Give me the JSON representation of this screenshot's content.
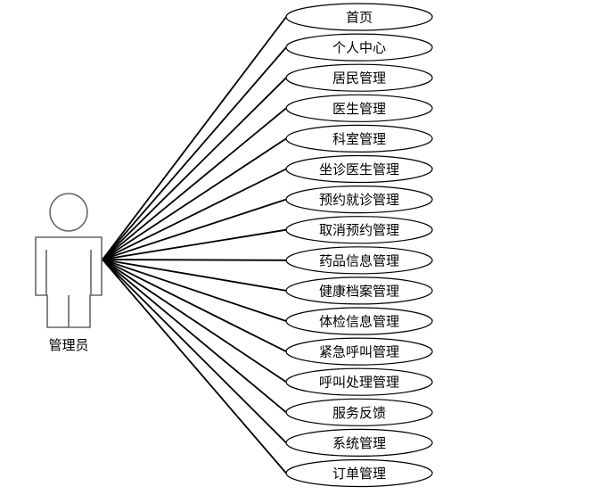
{
  "actor": {
    "label": "管理员",
    "icon": "person-icon"
  },
  "use_cases": [
    "首页",
    "个人中心",
    "居民管理",
    "医生管理",
    "科室管理",
    "坐诊医生管理",
    "预约就诊管理",
    "取消预约管理",
    "药品信息管理",
    "健康档案管理",
    "体检信息管理",
    "紧急呼叫管理",
    "呼叫处理管理",
    "服务反馈",
    "系统管理",
    "订单管理"
  ],
  "colors": {
    "line": "#000000",
    "actor_stroke": "#666666",
    "ellipse_stroke": "#000000",
    "background": "#ffffff"
  }
}
